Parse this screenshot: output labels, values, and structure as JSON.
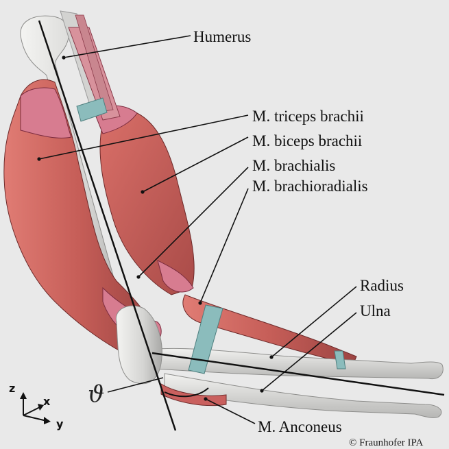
{
  "labels": {
    "humerus": "Humerus",
    "triceps": "M. triceps brachii",
    "biceps": "M. biceps brachii",
    "brachialis": "M. brachialis",
    "brachioradialis": "M. brachioradialis",
    "radius": "Radius",
    "ulna": "Ulna",
    "anconeus": "M. Anconeus"
  },
  "angle_symbol": "ϑ",
  "axes": {
    "z": "z",
    "x": "x",
    "y": "y"
  },
  "copyright": "© Fraunhofer IPA",
  "colors": {
    "background": "#e9e9e9",
    "bone": "#d8d8d6",
    "muscle": "#c9605e",
    "muscle_light": "#d77c90",
    "strap": "#8bbcbc",
    "line": "#111111"
  }
}
